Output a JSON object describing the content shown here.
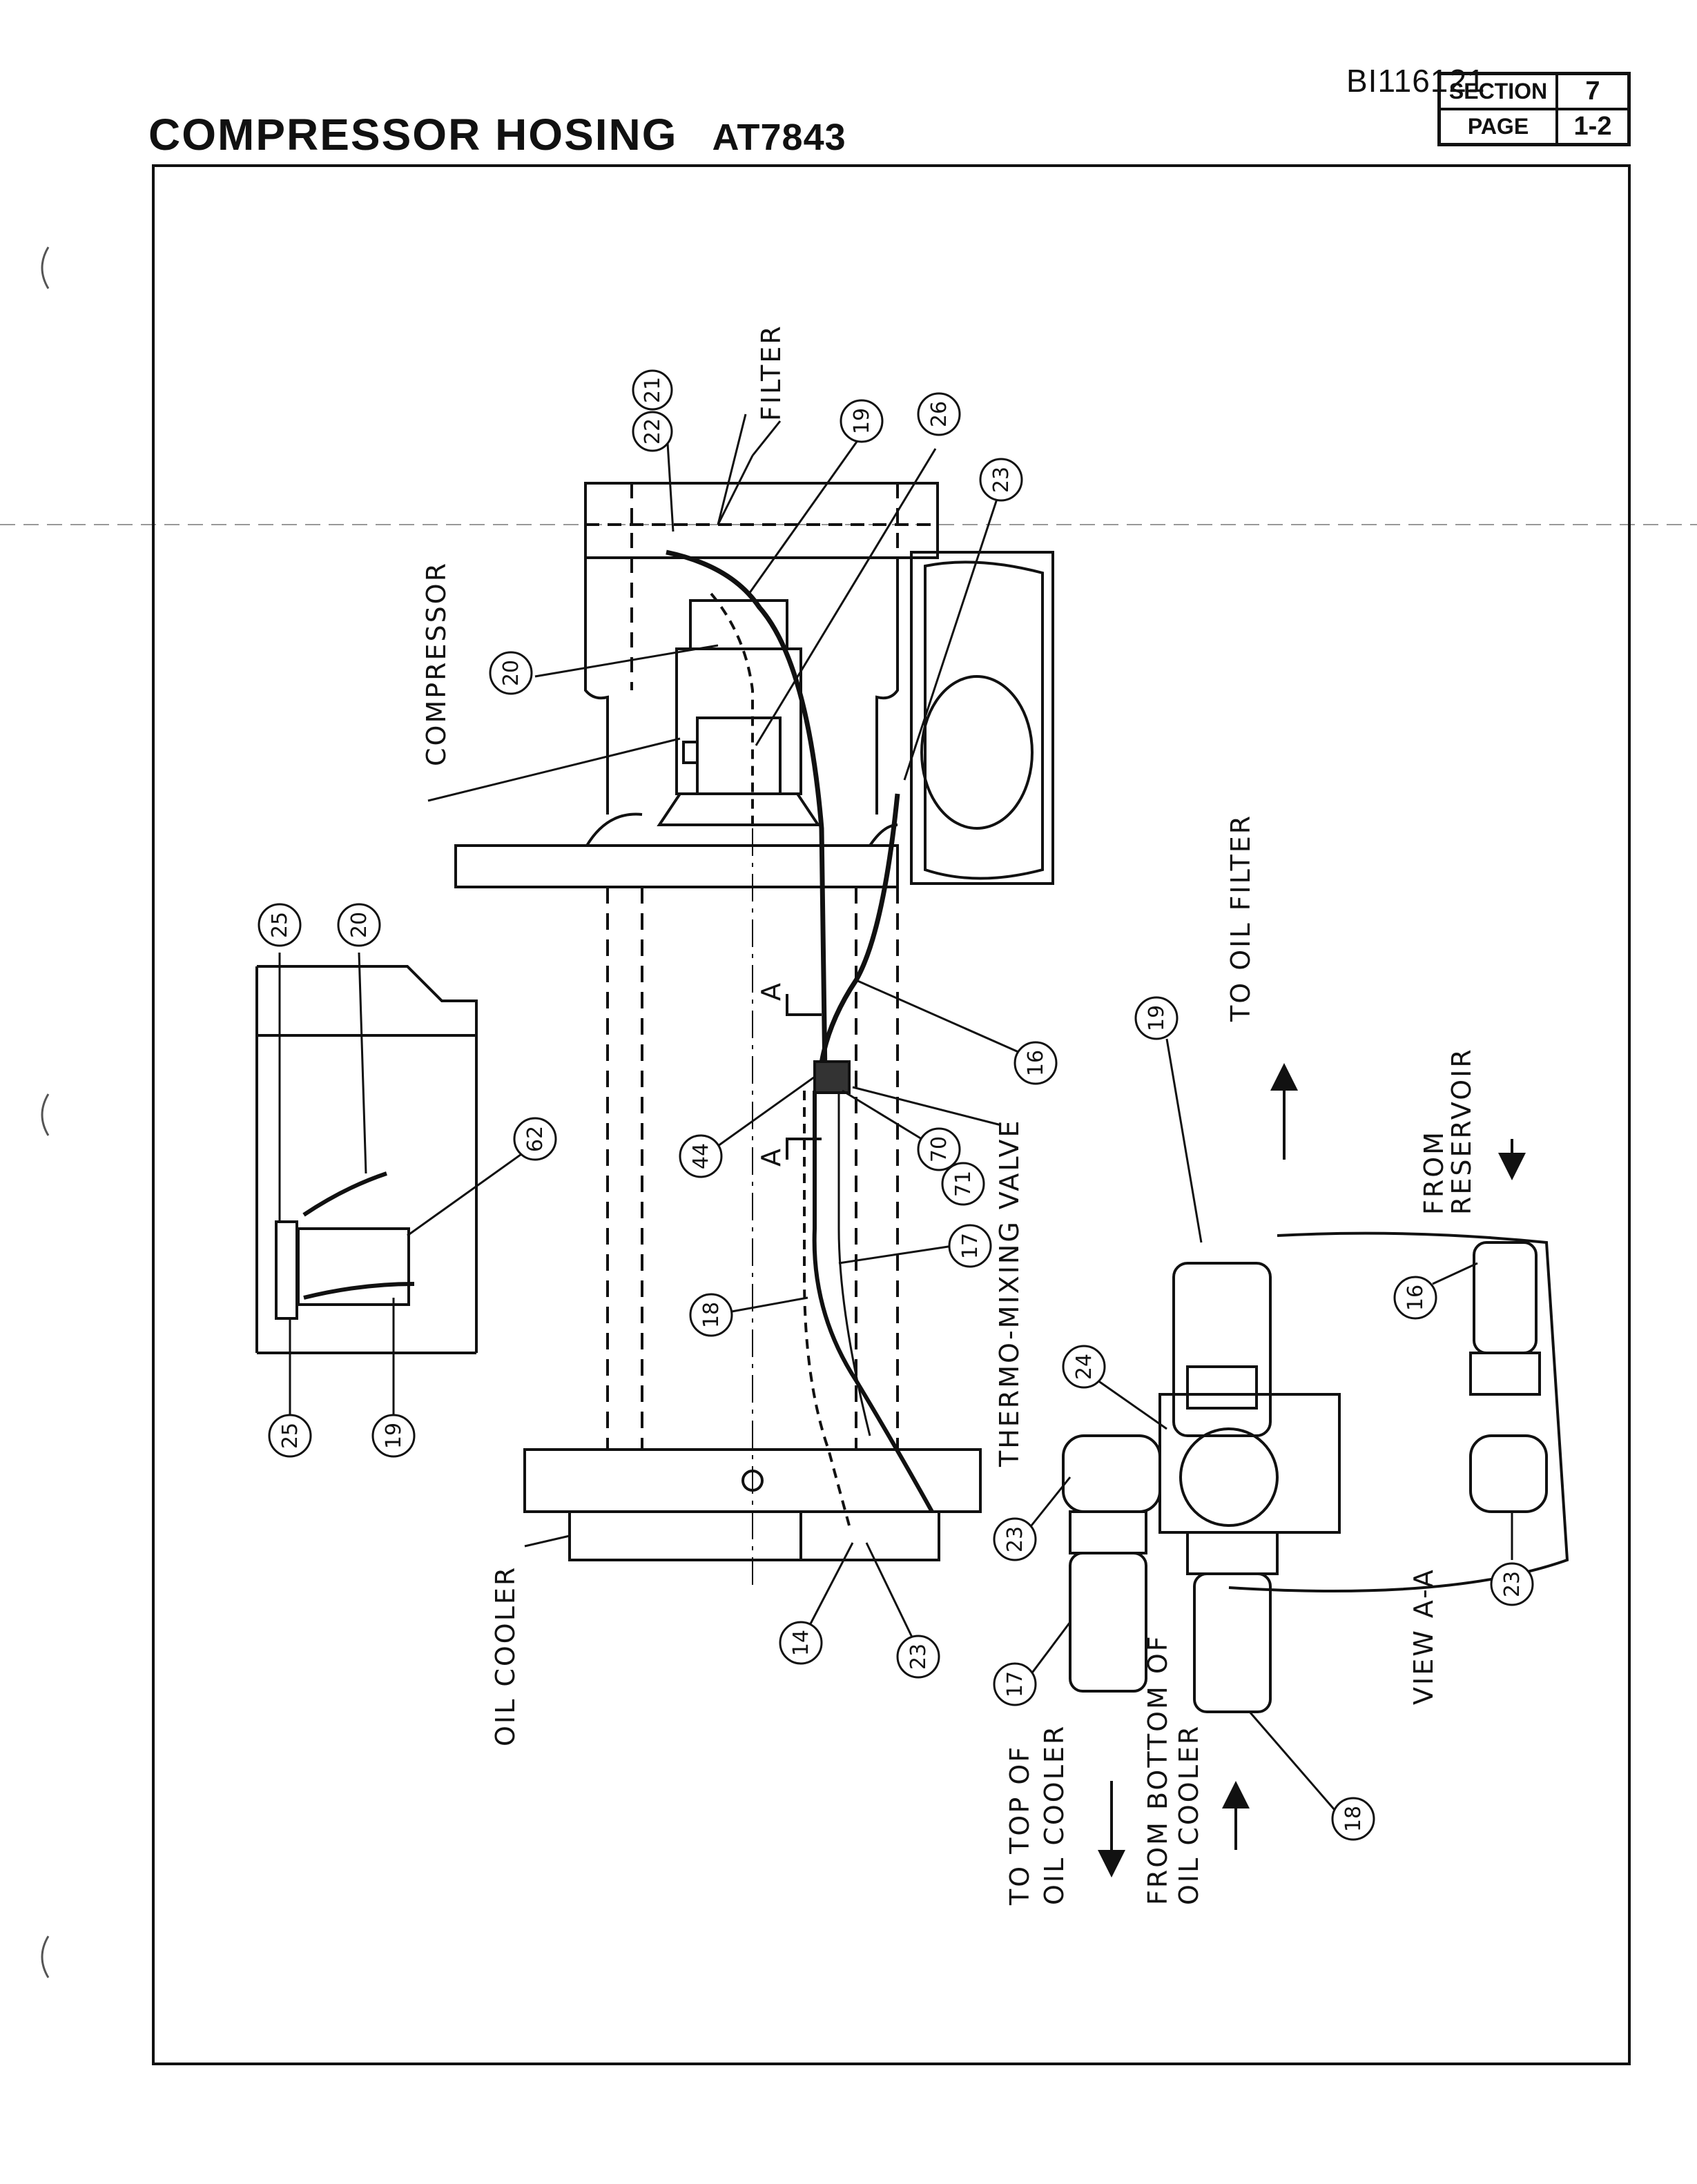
{
  "header": {
    "doc_id": "BI116121",
    "title": "COMPRESSOR HOSING",
    "code": "AT7843",
    "section_label": "SECTION",
    "section_value": "7",
    "page_label": "PAGE",
    "page_value": "1-2"
  },
  "labels": {
    "filter": "FILTER",
    "compressor": "COMPRESSOR",
    "oil_cooler": "OIL COOLER",
    "thermo_mixing_valve": "THERMO-MIXING VALVE",
    "to_oil_filter": "TO OIL FILTER",
    "from_reservoir_1": "FROM",
    "from_reservoir_2": "RESERVOIR",
    "view_aa": "VIEW A-A",
    "to_top_1": "TO TOP OF",
    "to_top_2": "OIL COOLER",
    "from_bottom_1": "FROM BOTTOM OF",
    "from_bottom_2": "OIL COOLER",
    "section_mark": "A"
  },
  "callouts": {
    "c21": "21",
    "c22": "22",
    "c19a": "19",
    "c26": "26",
    "c23a": "23",
    "c20a": "20",
    "c16a": "16",
    "c44": "44",
    "c70": "70",
    "c71": "71",
    "c17a": "17",
    "c18a": "18",
    "c14": "14",
    "c23b": "23",
    "c25a": "25",
    "c20b": "20",
    "c62": "62",
    "c25b": "25",
    "c19b": "19",
    "c19c": "19",
    "c16b": "16",
    "c24": "24",
    "c23c": "23",
    "c23d": "23",
    "c17b": "17",
    "c18b": "18"
  }
}
